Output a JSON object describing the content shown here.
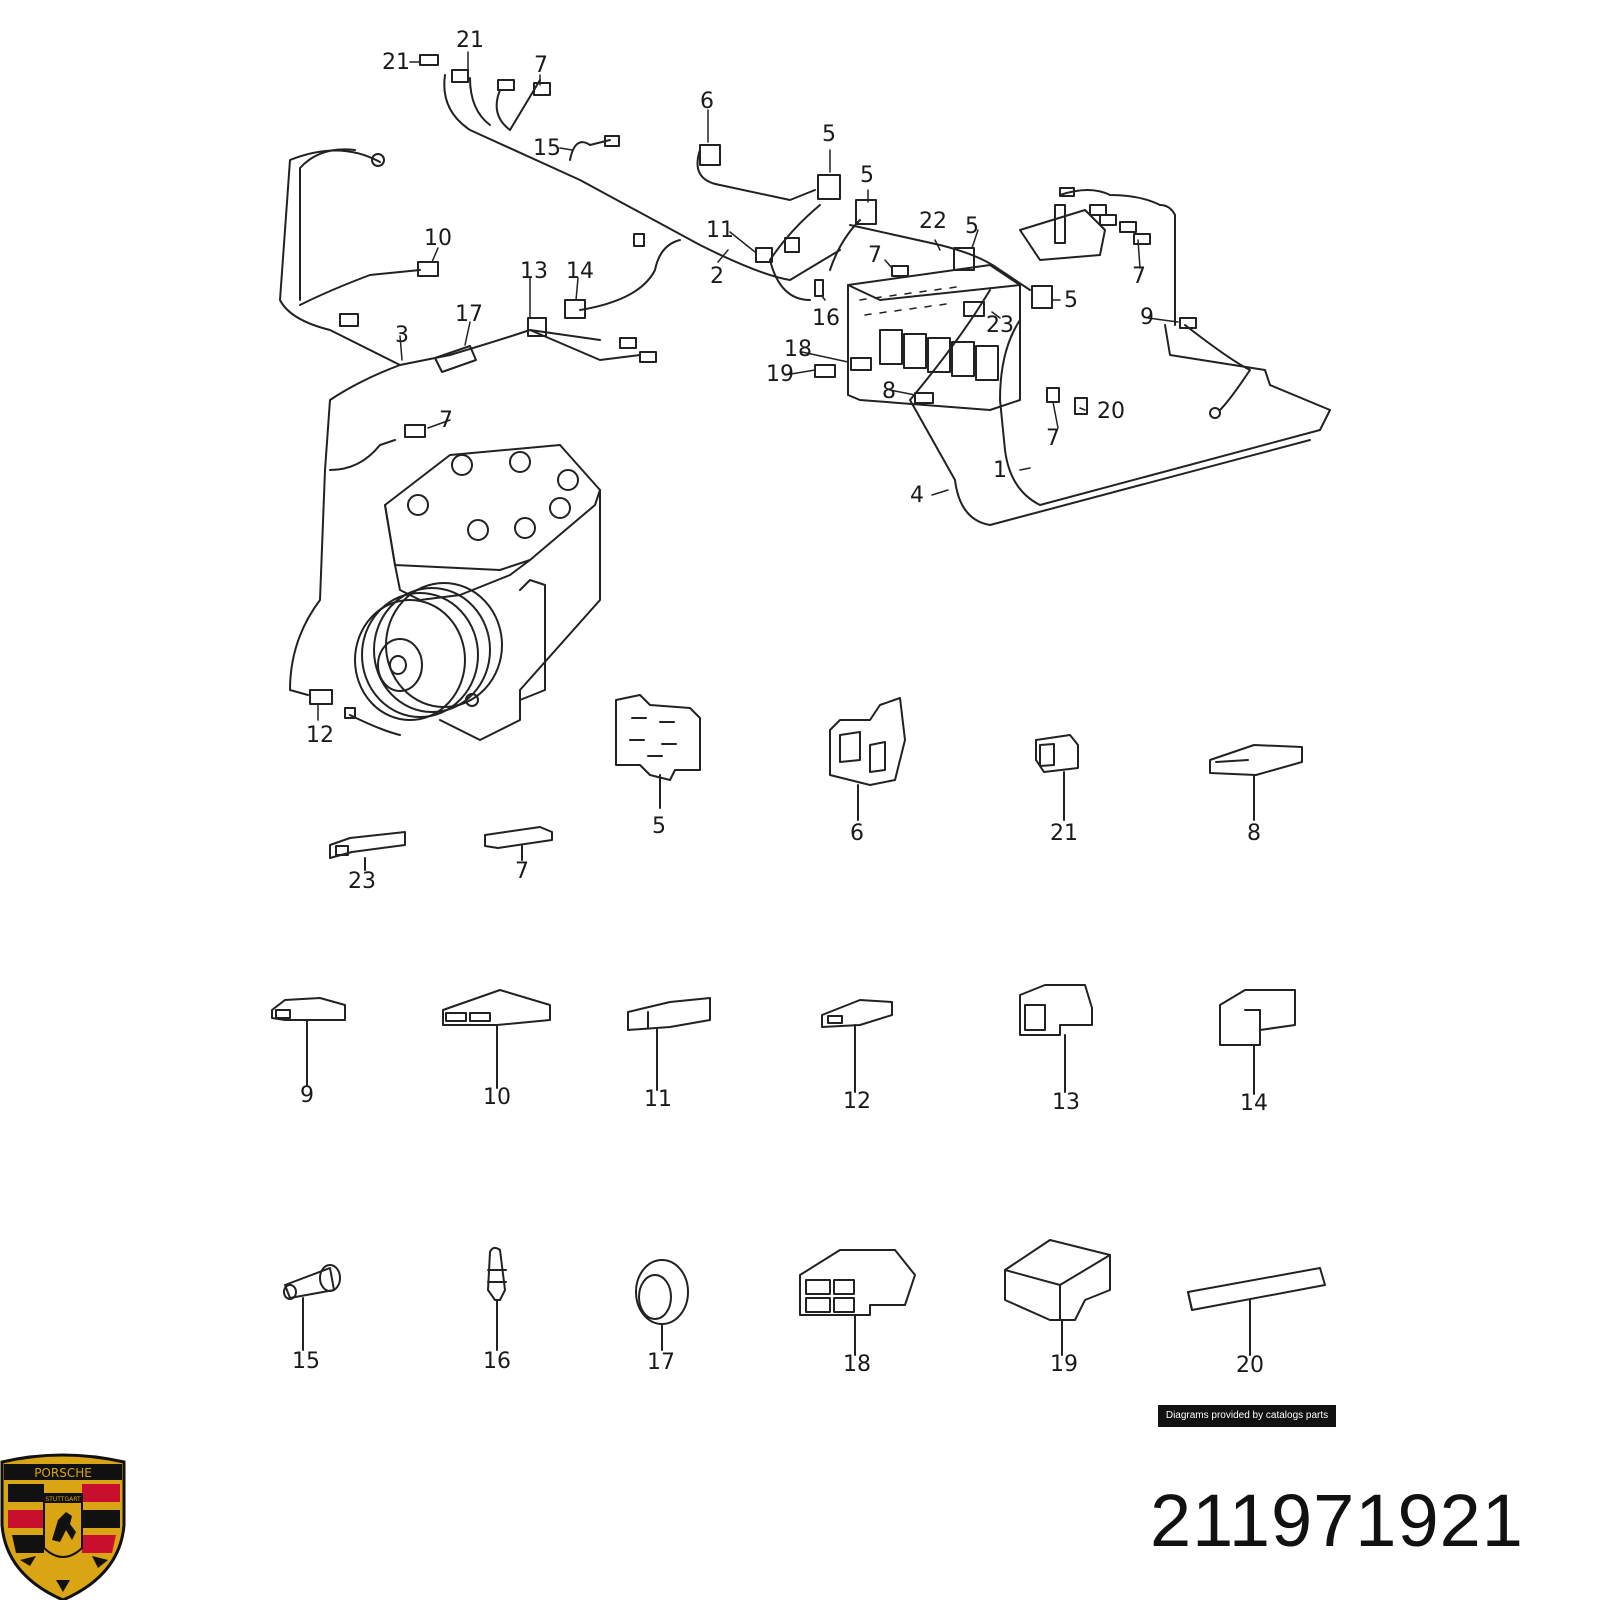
{
  "diagram": {
    "labels": {
      "harness_top_21a": "21",
      "harness_top_21b": "21",
      "harness_top_7": "7",
      "harness_15": "15",
      "harness_6": "6",
      "harness_5a": "5",
      "harness_5b": "5",
      "harness_11": "11",
      "harness_2": "2",
      "harness_22": "22",
      "harness_5c": "5",
      "harness_7b": "7",
      "harness_16": "16",
      "harness_23": "23",
      "harness_5d": "5",
      "harness_7c": "7",
      "harness_9": "9",
      "harness_10": "10",
      "harness_13": "13",
      "harness_14": "14",
      "harness_17": "17",
      "harness_3": "3",
      "harness_18": "18",
      "harness_19": "19",
      "harness_8": "8",
      "harness_20": "20",
      "harness_7d": "7",
      "harness_7e": "7",
      "harness_1": "1",
      "harness_4": "4",
      "harness_12": "12"
    },
    "parts": [
      {
        "id": "5",
        "label": "5"
      },
      {
        "id": "6",
        "label": "6"
      },
      {
        "id": "21",
        "label": "21"
      },
      {
        "id": "8",
        "label": "8"
      },
      {
        "id": "23",
        "label": "23"
      },
      {
        "id": "7",
        "label": "7"
      },
      {
        "id": "9",
        "label": "9"
      },
      {
        "id": "10",
        "label": "10"
      },
      {
        "id": "11",
        "label": "11"
      },
      {
        "id": "12",
        "label": "12"
      },
      {
        "id": "13",
        "label": "13"
      },
      {
        "id": "14",
        "label": "14"
      },
      {
        "id": "15",
        "label": "15"
      },
      {
        "id": "16",
        "label": "16"
      },
      {
        "id": "17",
        "label": "17"
      },
      {
        "id": "18",
        "label": "18"
      },
      {
        "id": "19",
        "label": "19"
      },
      {
        "id": "20",
        "label": "20"
      }
    ]
  },
  "logo": {
    "text_top": "PORSCHE",
    "text_mid": "STUTTGART",
    "colors": {
      "gold": "#d9a514",
      "red": "#c8102e",
      "black": "#111111"
    }
  },
  "footer": {
    "credit": "Diagrams provided by catalogs parts",
    "part_number": "211971921"
  }
}
